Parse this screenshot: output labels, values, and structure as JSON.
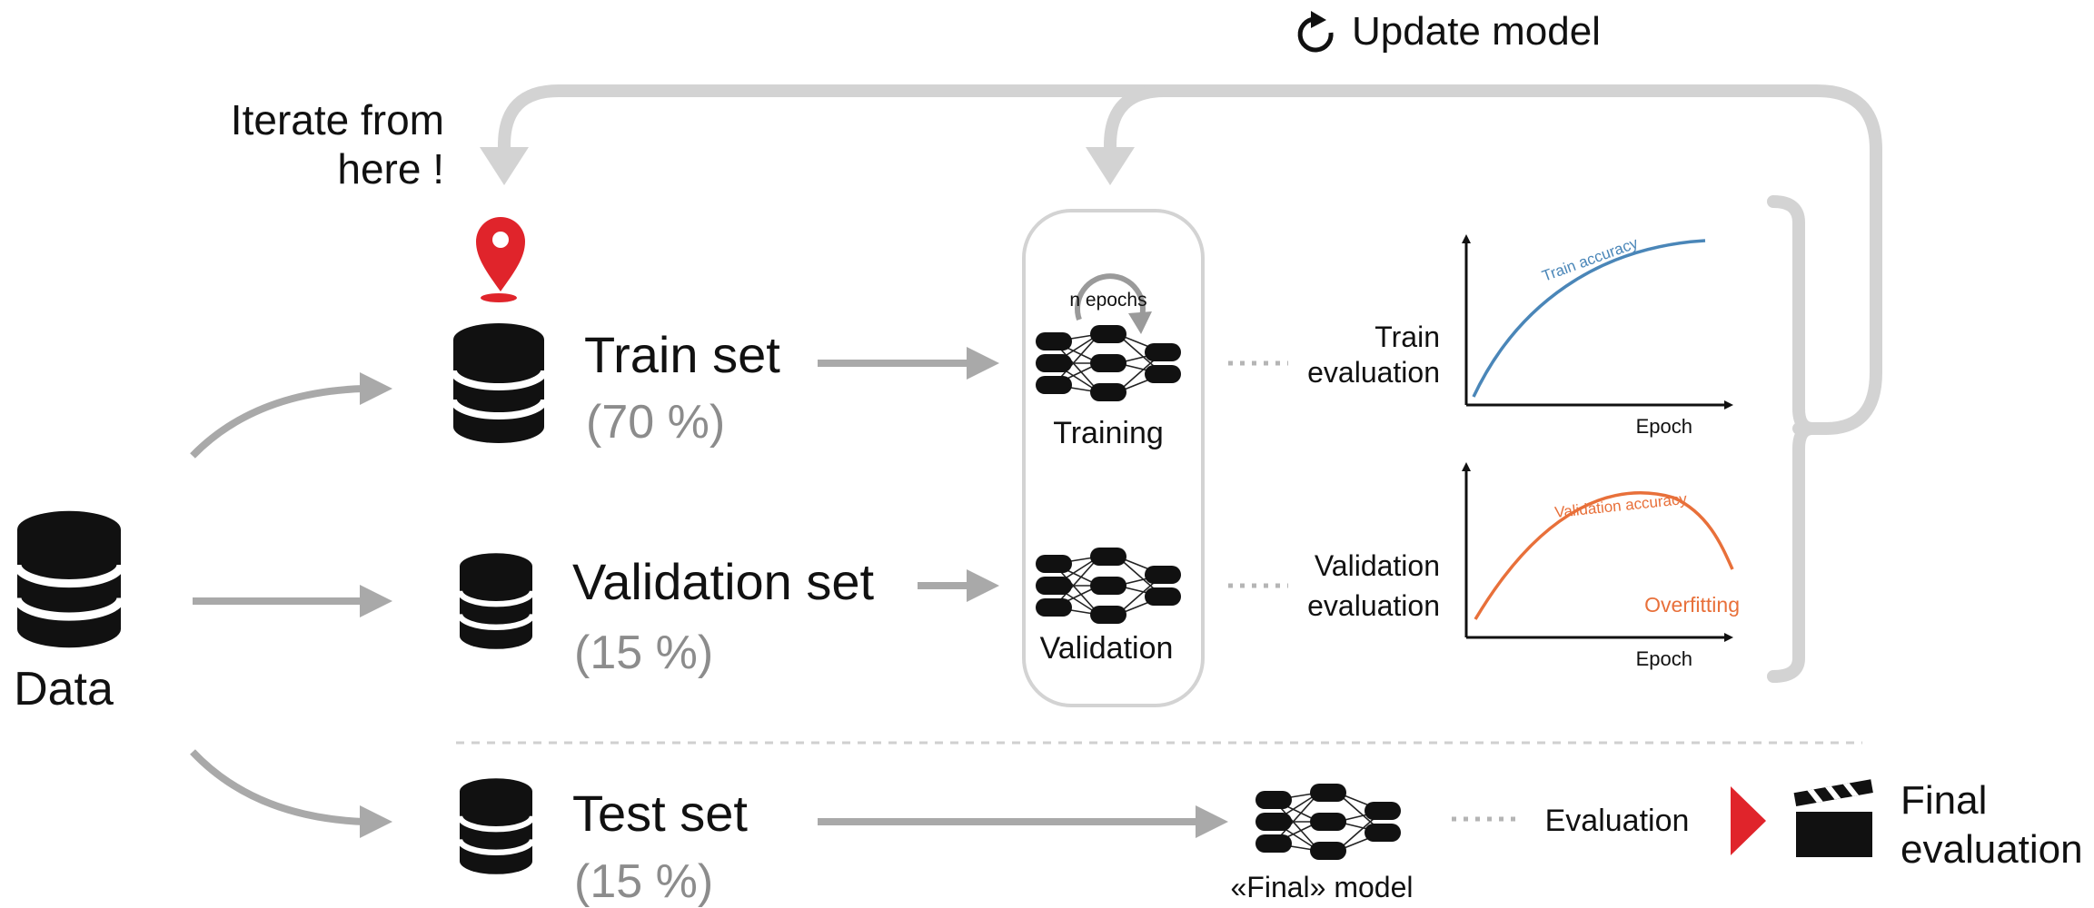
{
  "top": {
    "update_label": "Update model"
  },
  "iterate": {
    "line1": "Iterate from",
    "line2": "here !"
  },
  "data_label": "Data",
  "train": {
    "label": "Train set",
    "pct": "(70 %)"
  },
  "validation": {
    "label": "Validation set",
    "pct": "(15 %)"
  },
  "test": {
    "label": "Test set",
    "pct": "(15 %)"
  },
  "nets": {
    "epochs": "n epochs",
    "training": "Training",
    "validation": "Validation",
    "final": "«Final» model"
  },
  "evals": {
    "train_l1": "Train",
    "train_l2": "evaluation",
    "val_l1": "Validation",
    "val_l2": "evaluation",
    "test": "Evaluation",
    "final_l1": "Final",
    "final_l2": "evaluation"
  },
  "charts": {
    "train": {
      "curve_label": "Train accuracy",
      "xlabel": "Epoch"
    },
    "val": {
      "curve_label": "Validation accuracy",
      "xlabel": "Epoch",
      "annotation": "Overfitting"
    }
  },
  "colors": {
    "accent_red": "#e0242b",
    "train_curve": "#4a86b8",
    "val_curve": "#e8703a",
    "loop_gray": "#d3d3d3",
    "arrow_gray": "#a9a9a9"
  }
}
